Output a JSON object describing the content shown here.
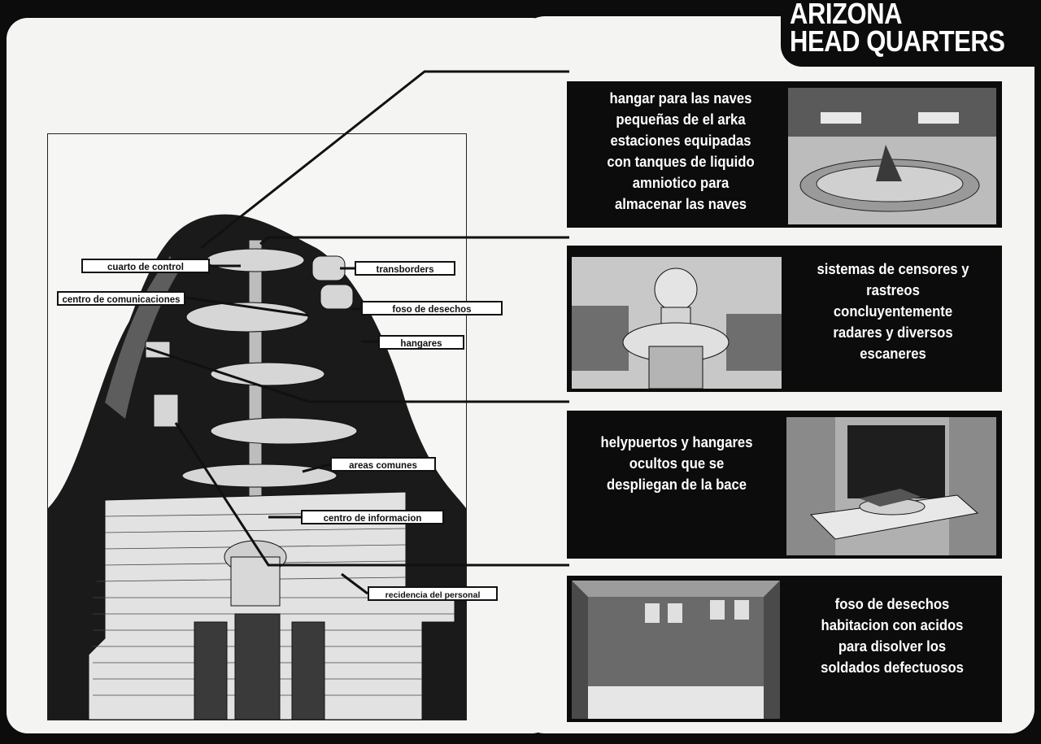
{
  "title": {
    "line1": "ARIZONA",
    "line2": "HEAD QUARTERS"
  },
  "diagram": {
    "labels": {
      "cuarto_control": "cuarto de control",
      "transborders": "transborders",
      "centro_comunicaciones": "centro de comunicaciones",
      "foso_desechos": "foso de desechos",
      "hangares": "hangares",
      "areas_comunes": "areas comunes",
      "centro_informacion": "centro de informacion",
      "recidencia_personal": "recidencia del personal"
    }
  },
  "panels": [
    {
      "lines": [
        "hangar para las naves",
        "pequeñas de el arka",
        "estaciones equipadas",
        "con tanques de liquido",
        "amniotico para",
        "almacenar las naves"
      ]
    },
    {
      "lines": [
        "sistemas de censores y",
        "rastreos",
        "concluyentemente",
        "radares  y diversos",
        "escaneres"
      ]
    },
    {
      "lines": [
        "helypuertos y hangares",
        "ocultos que se",
        "despliegan de la bace"
      ]
    },
    {
      "lines": [
        "foso de desechos",
        "habitacion con acidos",
        "para disolver los",
        "soldados defectuosos"
      ]
    }
  ],
  "colors": {
    "background": "#0c0c0c",
    "page": "#f4f4f2",
    "text_light": "#ffffff"
  }
}
